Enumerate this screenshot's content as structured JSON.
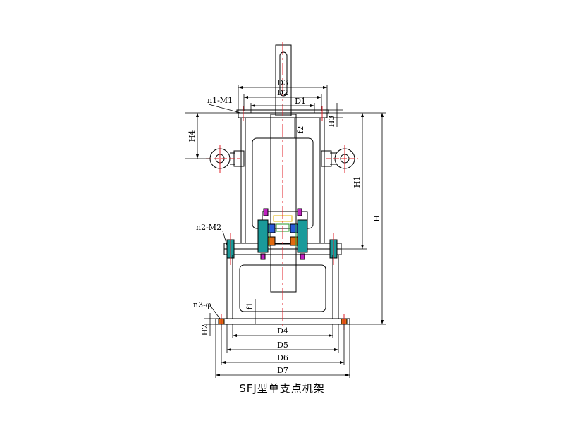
{
  "drawing": {
    "caption": "SFJ型单支点机架",
    "labels": {
      "n1": "n1-M1",
      "n2": "n2-M2",
      "n3": "n3-φ",
      "D1": "D1",
      "D2": "D2",
      "D3": "D3",
      "D4": "D4",
      "D5": "D5",
      "D6": "D6",
      "D7": "D7",
      "H": "H",
      "H1": "H1",
      "H2": "H2",
      "H3": "H3",
      "H4": "H4",
      "f1": "f1",
      "f2": "f2"
    },
    "colors": {
      "outline": "#000000",
      "centerline": "#e0202a",
      "bearing_teal": "#1a9a9a",
      "bearing_blue": "#2a5ad8",
      "bolt_magenta": "#c020c0",
      "gear_yellow": "#e0b000",
      "seal_green": "#2a9a2a",
      "nut_orange": "#e06a10"
    }
  }
}
